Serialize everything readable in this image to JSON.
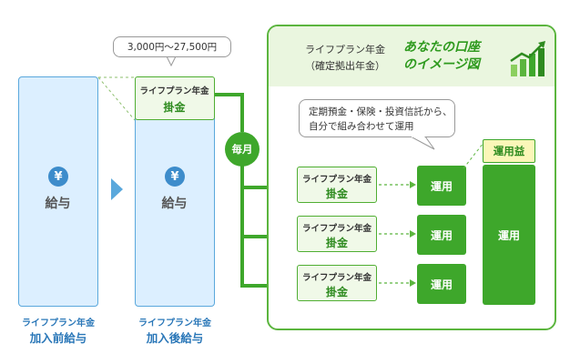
{
  "amount_bubble": "3,000円〜27,500円",
  "before": {
    "yen": "¥",
    "salary": "給与",
    "caption_top": "ライフプラン年金",
    "caption_bottom": "加入前給与"
  },
  "after": {
    "yen": "¥",
    "salary": "給与",
    "caption_top": "ライフプラン年金",
    "caption_bottom": "加入後給与",
    "contrib_top": "ライフプラン年金",
    "contrib_bottom": "掛金"
  },
  "monthly": "毎月",
  "panel": {
    "title_line1": "ライフプラン年金",
    "title_line2": "（確定拠出年金）",
    "heading_line1": "あなたの口座",
    "heading_line2": "のイメージ図",
    "note_line1": "定期預金・保険・投資信託から、",
    "note_line2": "自分で組み合わせて運用",
    "rows": [
      {
        "top": "ライフプラン年金",
        "bottom": "掛金",
        "unyo": "運用"
      },
      {
        "top": "ライフプラン年金",
        "bottom": "掛金",
        "unyo": "運用"
      },
      {
        "top": "ライフプラン年金",
        "bottom": "掛金",
        "unyo": "運用"
      }
    ],
    "total_label": "運用",
    "profit_label": "運用益"
  },
  "colors": {
    "blue": "#5aa8dc",
    "blue_fill": "#dcefff",
    "green": "#3ea72b",
    "green_light": "#f0f9e8",
    "profit_fill": "#fbf6b8"
  }
}
